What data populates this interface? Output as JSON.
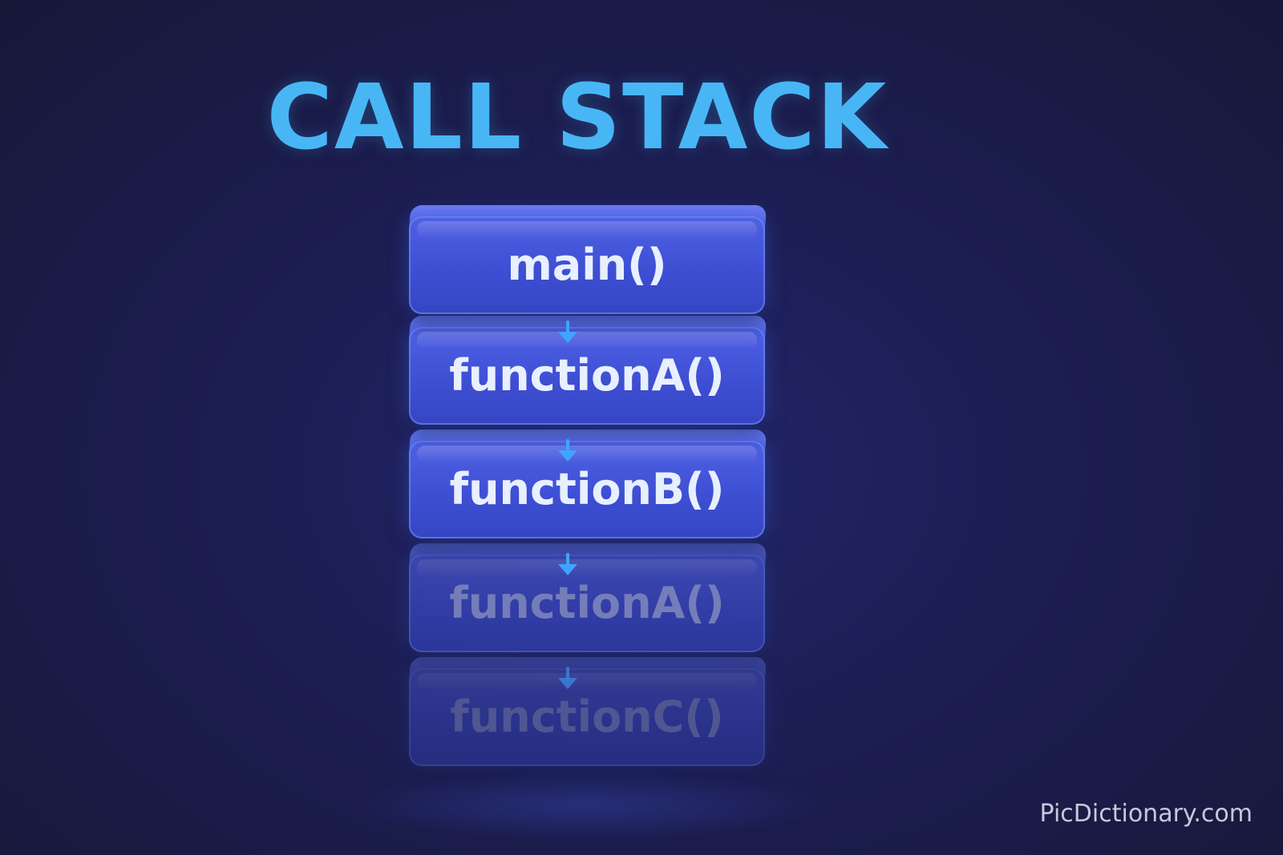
{
  "title": "CALL STACK",
  "stack_frames": [
    {
      "label": "main()"
    },
    {
      "label": "functionA()"
    },
    {
      "label": "functionB()"
    },
    {
      "label": "functionA()"
    },
    {
      "label": "functionC()"
    }
  ],
  "watermark": "PicDictionary.com",
  "colors": {
    "title": "#48b6f5",
    "block": "#4356d8",
    "arrow": "#3fa4ff",
    "background": "#1c1d52"
  }
}
